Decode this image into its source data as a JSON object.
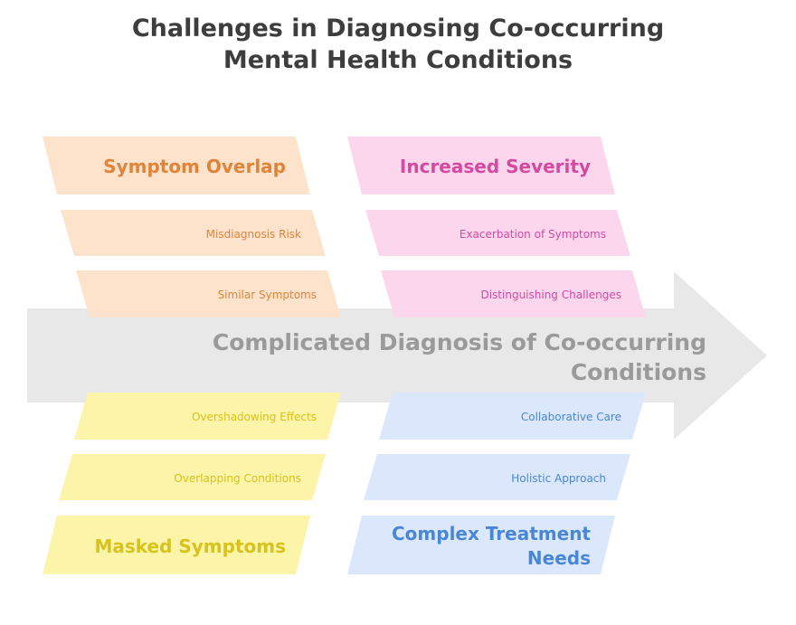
{
  "title": {
    "line1": "Challenges in Diagnosing Co-occurring",
    "line2": "Mental Health Conditions"
  },
  "spine": {
    "line1": "Complicated Diagnosis of Co-occurring",
    "line2": "Conditions"
  },
  "categories": {
    "symptom_overlap": {
      "label": "Symptom Overlap",
      "items": [
        "Misdiagnosis Risk",
        "Similar Symptoms"
      ]
    },
    "increased_severity": {
      "label": "Increased Severity",
      "items": [
        "Exacerbation of Symptoms",
        "Distinguishing Challenges"
      ]
    },
    "masked_symptoms": {
      "label": "Masked Symptoms",
      "items": [
        "Overshadowing Effects",
        "Overlapping Conditions"
      ]
    },
    "complex_treatment": {
      "label_line1": "Complex Treatment",
      "label_line2": "Needs",
      "items": [
        "Collaborative Care",
        "Holistic Approach"
      ]
    }
  },
  "colors": {
    "orange_fill": "#fde3cc",
    "orange_text": "#e0843a",
    "pink_fill": "#fcd6ec",
    "pink_text": "#d44aa0",
    "yellow_fill": "#fcf4a8",
    "yellow_text": "#d8c21c",
    "blue_fill": "#dbe8fb",
    "blue_text": "#4a86d6",
    "spine_fill": "#e8e8e8",
    "spine_text": "#9a9a9a",
    "title_text": "#3d3d3d"
  }
}
